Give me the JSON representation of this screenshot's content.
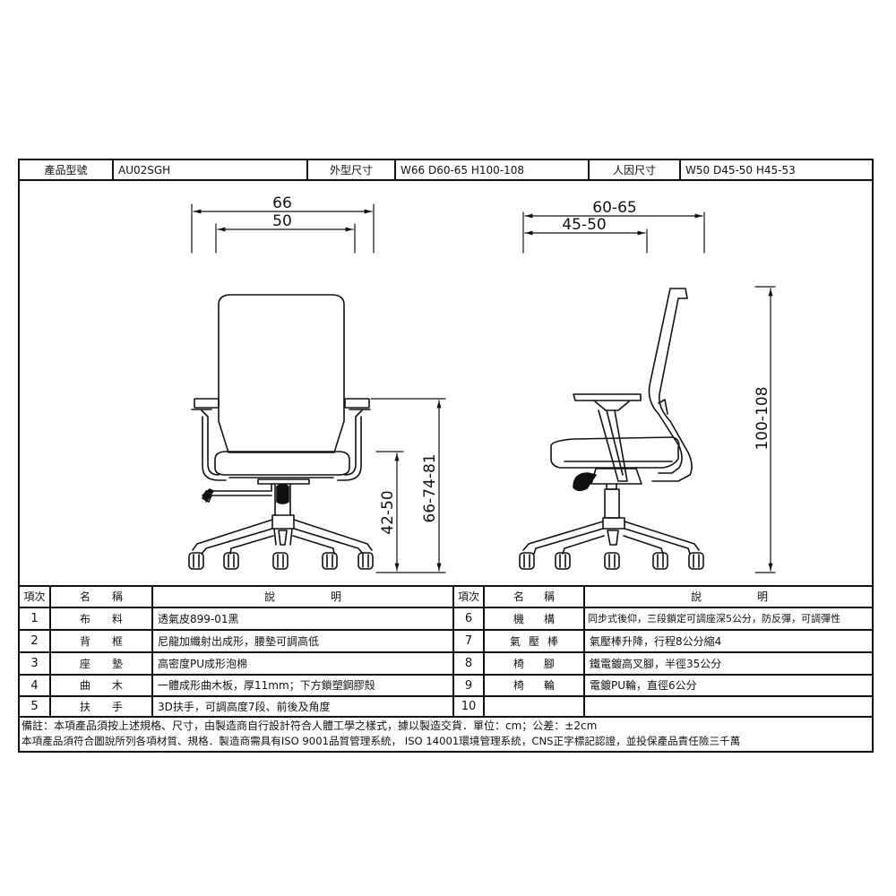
{
  "header": {
    "model_label": "產品型號",
    "model_value": "AU02SGH",
    "outer_size_label": "外型尺寸",
    "outer_size_value": "W66 D60-65 H100-108",
    "ergonomic_size_label": "人因尺寸",
    "ergonomic_size_value": "W50 D45-50 H45-53"
  },
  "drawing": {
    "front_view": {
      "overall_width": "66",
      "seat_width": "50",
      "seat_height": "42-50",
      "armrest_height": "66-74-81"
    },
    "side_view": {
      "overall_depth": "60-65",
      "seat_depth": "45-50",
      "overall_height": "100-108"
    }
  },
  "table": {
    "columns": {
      "index": "項次",
      "name_chars": [
        "名",
        "稱"
      ],
      "desc_chars": [
        "說",
        "明"
      ]
    },
    "left_rows": [
      {
        "index": "1",
        "name": [
          "布",
          "料"
        ],
        "desc": "透氣皮899-01黑"
      },
      {
        "index": "2",
        "name": [
          "背",
          "框"
        ],
        "desc": "尼龍加纖射出成形，腰墊可調高低"
      },
      {
        "index": "3",
        "name": [
          "座",
          "墊"
        ],
        "desc": "高密度PU成形泡棉"
      },
      {
        "index": "4",
        "name": [
          "曲",
          "木"
        ],
        "desc": "一體成形曲木板，厚11mm；下方鎖塑鋼膠殼"
      },
      {
        "index": "5",
        "name": [
          "扶",
          "手"
        ],
        "desc": "3D扶手，可調高度7段、前後及角度"
      }
    ],
    "right_rows": [
      {
        "index": "6",
        "name": [
          "機",
          "構"
        ],
        "desc": "同步式後仰，三段鎖定可調座深5公分，防反彈，可調彈性"
      },
      {
        "index": "7",
        "name": [
          "氣",
          "壓",
          "棒"
        ],
        "desc": "氣壓棒升降，行程8公分縮4"
      },
      {
        "index": "8",
        "name": [
          "椅",
          "腳"
        ],
        "desc": "鐵電鍍高叉腳，半徑35公分"
      },
      {
        "index": "9",
        "name": [
          "椅",
          "輪"
        ],
        "desc": "電鍍PU輪，直徑6公分"
      },
      {
        "index": "10",
        "name": [],
        "desc": ""
      }
    ]
  },
  "notes": {
    "line1": "備註：本項產品須按上述規格、尺寸，由製造商自行設計符合人體工學之樣式，據以製造交貨．單位：cm；公差：±2cm",
    "line2": "本項產品須符合圖說所列各項材質、規格．製造商需具有ISO 9001品質管理系統， ISO 14001環境管理系統，CNS正字標記認證，並投保產品責任險三千萬"
  }
}
